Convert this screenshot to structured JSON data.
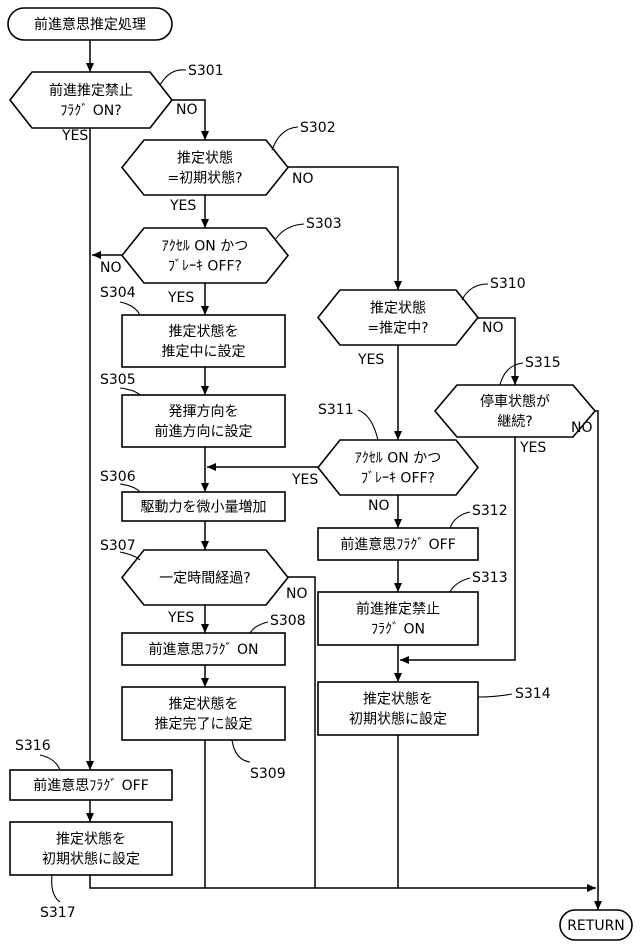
{
  "title": "前進意思推定処理",
  "nodes": {
    "start": {
      "lines": [
        "前進意思推定処理"
      ]
    },
    "S301": {
      "lines": [
        "前進推定禁止",
        "ﾌﾗｸﾞ ON?"
      ]
    },
    "S302": {
      "lines": [
        "推定状態",
        "=初期状態?"
      ]
    },
    "S303": {
      "lines": [
        "ｱｸｾﾙ ON かつ",
        "ﾌﾞﾚｰｷ OFF?"
      ]
    },
    "S304": {
      "lines": [
        "推定状態を",
        "推定中に設定"
      ]
    },
    "S305": {
      "lines": [
        "発揮方向を",
        "前進方向に設定"
      ]
    },
    "S306": {
      "lines": [
        "駆動力を微小量増加"
      ]
    },
    "S307": {
      "lines": [
        "一定時間経過?"
      ]
    },
    "S308": {
      "lines": [
        "前進意思ﾌﾗｸﾞ ON"
      ]
    },
    "S309": {
      "lines": [
        "推定状態を",
        "推定完了に設定"
      ]
    },
    "S310": {
      "lines": [
        "推定状態",
        "=推定中?"
      ]
    },
    "S311": {
      "lines": [
        "ｱｸｾﾙ ON かつ",
        "ﾌﾞﾚｰｷ OFF?"
      ]
    },
    "S312": {
      "lines": [
        "前進意思ﾌﾗｸﾞ OFF"
      ]
    },
    "S313": {
      "lines": [
        "前進推定禁止",
        "ﾌﾗｸﾞ ON"
      ]
    },
    "S314": {
      "lines": [
        "推定状態を",
        "初期状態に設定"
      ]
    },
    "S315": {
      "lines": [
        "停車状態が",
        "継続?"
      ]
    },
    "S316": {
      "lines": [
        "前進意思ﾌﾗｸﾞ OFF"
      ]
    },
    "S317": {
      "lines": [
        "推定状態を",
        "初期状態に設定"
      ]
    },
    "end": {
      "lines": [
        "RETURN"
      ]
    }
  },
  "step_labels": [
    "S301",
    "S302",
    "S303",
    "S304",
    "S305",
    "S306",
    "S307",
    "S308",
    "S309",
    "S310",
    "S311",
    "S312",
    "S313",
    "S314",
    "S315",
    "S316",
    "S317"
  ],
  "branch_labels": {
    "S301_no": "NO",
    "S301_yes": "YES",
    "S302_no": "NO",
    "S302_yes": "YES",
    "S303_no": "NO",
    "S303_yes": "YES",
    "S307_no": "NO",
    "S307_yes": "YES",
    "S310_no": "NO",
    "S310_yes": "YES",
    "S311_yes": "YES",
    "S311_no": "NO",
    "S315_no": "NO",
    "S315_yes": "YES"
  }
}
